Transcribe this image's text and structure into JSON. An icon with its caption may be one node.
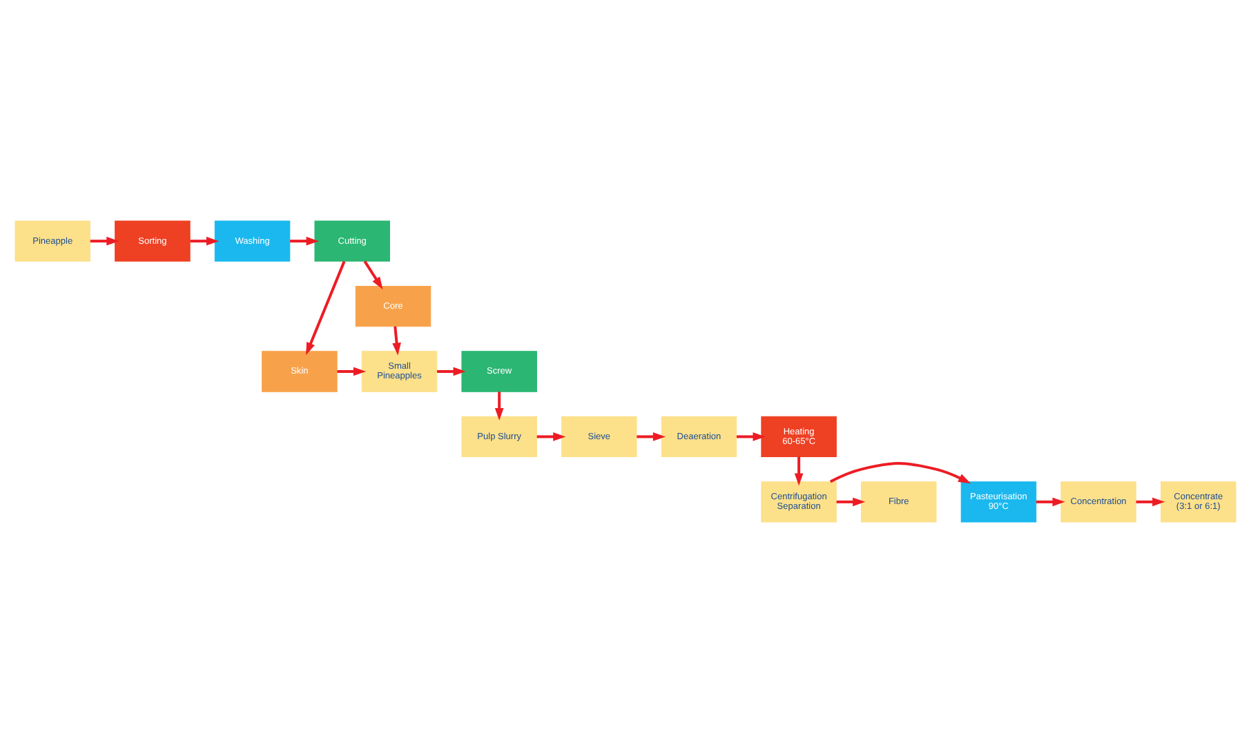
{
  "diagram": {
    "nodes": [
      {
        "text": [
          "Pineapple"
        ]
      },
      {
        "text": [
          "Sorting"
        ]
      },
      {
        "text": [
          "Washing"
        ]
      },
      {
        "text": [
          "Cutting"
        ]
      },
      {
        "text": [
          "Core"
        ]
      },
      {
        "text": [
          "Skin"
        ]
      },
      {
        "text": [
          "Small Pineapples"
        ]
      },
      {
        "text": [
          "Screw"
        ]
      },
      {
        "text": [
          "Pulp Slurry"
        ]
      },
      {
        "text": [
          "Sieve"
        ]
      },
      {
        "text": [
          "Deaeration"
        ]
      },
      {
        "text": [
          "Heating 60-65°C"
        ]
      },
      {
        "text": [
          "Centrifugation Separation"
        ]
      },
      {
        "text": [
          "Fibre"
        ]
      },
      {
        "text": [
          "Pasteurisation 90°C"
        ]
      },
      {
        "text": [
          "Concentration"
        ]
      },
      {
        "text": [
          "Concentrate (3:1 or 6:1)"
        ]
      }
    ],
    "edges": [
      {
        "from": 0,
        "to": 1,
        "arrow": "to"
      },
      {
        "from": 1,
        "to": 2,
        "arrow": "to"
      },
      {
        "from": 2,
        "to": 3,
        "arrow": "to"
      },
      {
        "from": 3,
        "to": 4,
        "arrow": "to"
      },
      {
        "from": 3,
        "to": 5,
        "arrow": "to"
      },
      {
        "from": 4,
        "to": 6,
        "arrow": "to"
      },
      {
        "from": 5,
        "to": 6,
        "arrow": "to"
      },
      {
        "from": 6,
        "to": 7,
        "arrow": "to"
      },
      {
        "from": 7,
        "to": 8,
        "arrow": "to"
      },
      {
        "from": 8,
        "to": 9,
        "arrow": "to"
      },
      {
        "from": 9,
        "to": 10,
        "arrow": "to"
      },
      {
        "from": 10,
        "to": 11,
        "arrow": "to"
      },
      {
        "from": 11,
        "to": 12,
        "arrow": "to"
      },
      {
        "from": 12,
        "to": 13,
        "arrow": "to"
      },
      {
        "from": 12,
        "to": 14,
        "arrow": "to"
      },
      {
        "from": 14,
        "to": 15,
        "arrow": "to"
      },
      {
        "from": 15,
        "to": 16,
        "arrow": "to"
      }
    ]
  }
}
